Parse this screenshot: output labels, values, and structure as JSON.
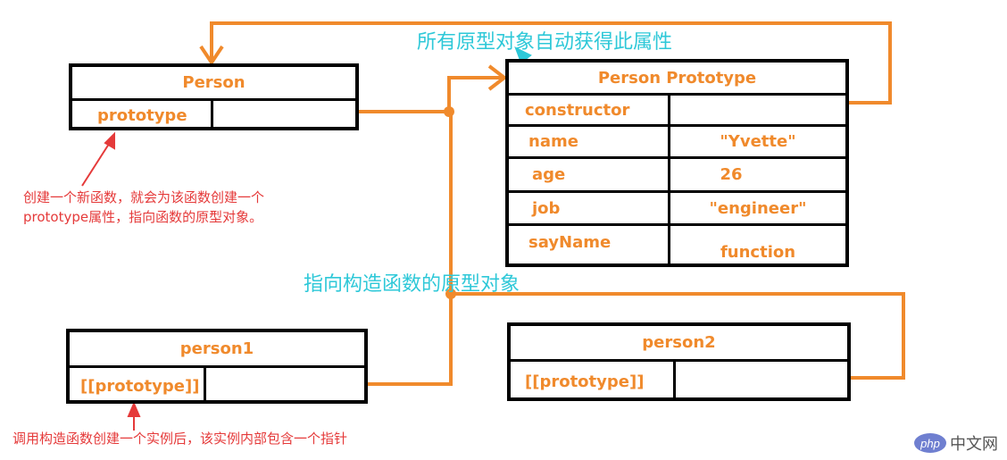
{
  "colors": {
    "orange": "#f08a2c",
    "cyan": "#2ec8d8",
    "red": "#e53a3a",
    "black": "#000000"
  },
  "person": {
    "title": "Person",
    "key": "prototype"
  },
  "proto": {
    "title": "Person Prototype",
    "rows": [
      {
        "key": "constructor",
        "value": ""
      },
      {
        "key": "name",
        "value": "\"Yvette\""
      },
      {
        "key": "age",
        "value": "26"
      },
      {
        "key": "job",
        "value": "\"engineer\""
      },
      {
        "key": "sayName",
        "value": "function"
      }
    ]
  },
  "person1": {
    "title": "person1",
    "key": "[[prototype]]"
  },
  "person2": {
    "title": "person2",
    "key": "[[prototype]]"
  },
  "notes": {
    "constructor_note": "所有原型对象自动获得此属性",
    "instance_note": "指向构造函数的原型对象",
    "create_fn_note_1": "创建一个新函数，就会为该函数创建一个",
    "create_fn_note_2": "prototype属性，指向函数的原型对象。",
    "instance_ptr_note": "调用构造函数创建一个实例后，该实例内部包含一个指针"
  },
  "logo": {
    "mark": "php",
    "text": "中文网"
  }
}
